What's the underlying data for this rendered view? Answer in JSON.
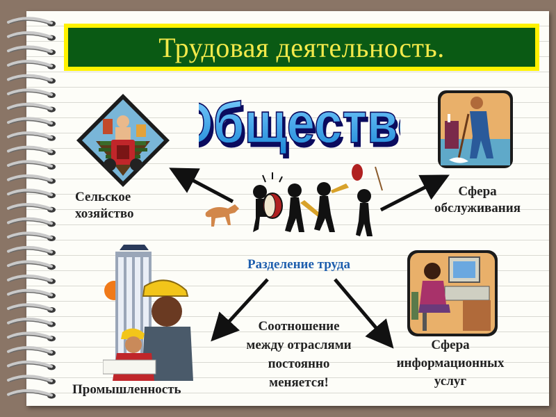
{
  "title": "Трудовая деятельность.",
  "heading": "Общество",
  "labels": {
    "agriculture": [
      "Сельское",
      "хозяйство"
    ],
    "services": [
      "Сфера",
      "обслуживания"
    ],
    "division": "Разделение труда",
    "ratio": [
      "Соотношение",
      "между отраслями",
      "постоянно",
      "меняется!"
    ],
    "industry": "Промышленность",
    "info": [
      "Сфера",
      "информационных",
      "услуг"
    ]
  },
  "colors": {
    "title_bg": "#0a5a14",
    "title_border": "#fff200",
    "title_text": "#f2e94a",
    "heading_fill": "#39a8e6",
    "division_text": "#1f5fae"
  },
  "icons": {
    "agriculture": "farmer-tractor-icon",
    "services": "cleaner-mop-icon",
    "parade": "marching-band-icon",
    "industry": "construction-workers-icon",
    "info": "office-computer-icon"
  }
}
